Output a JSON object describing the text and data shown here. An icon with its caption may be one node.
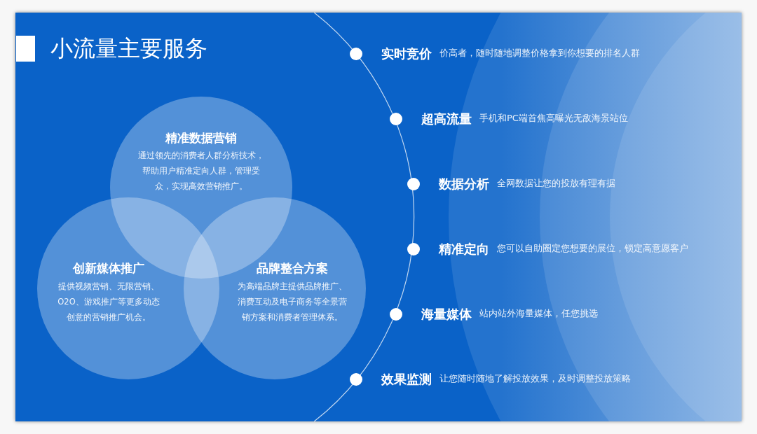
{
  "diagram": {
    "title": "小流量主要服务",
    "nodes": [
      {
        "text": [
          "精准数据营销",
          "通过领先的消费者人群分析技术，帮助用户精准定向人群，管理受众，实现高效营销推广。"
        ]
      },
      {
        "text": [
          "创新媒体推广",
          "提供视频营销、无限营销、O2O、游戏推广等更多动态创意的营销推广机会。"
        ]
      },
      {
        "text": [
          "品牌整合方案",
          "为高端品牌主提供品牌推广、消费互动及电子商务等全景营销方案和消费者管理体系。"
        ]
      }
    ],
    "labels": [
      "实时竞价",
      "价高者，随时随地调整价格拿到你想要的排名人群",
      "超高流量",
      "手机和PC端首焦高曝光无敌海景站位",
      "数据分析",
      "全网数据让您的投放有理有据",
      "精准定向",
      "您可以自助圈定您想要的展位，锁定高意愿客户",
      "海量媒体",
      "站内站外海量媒体，任您挑选",
      "效果监测",
      "让您随时随地了解投放效果，及时调整投放策略"
    ]
  }
}
